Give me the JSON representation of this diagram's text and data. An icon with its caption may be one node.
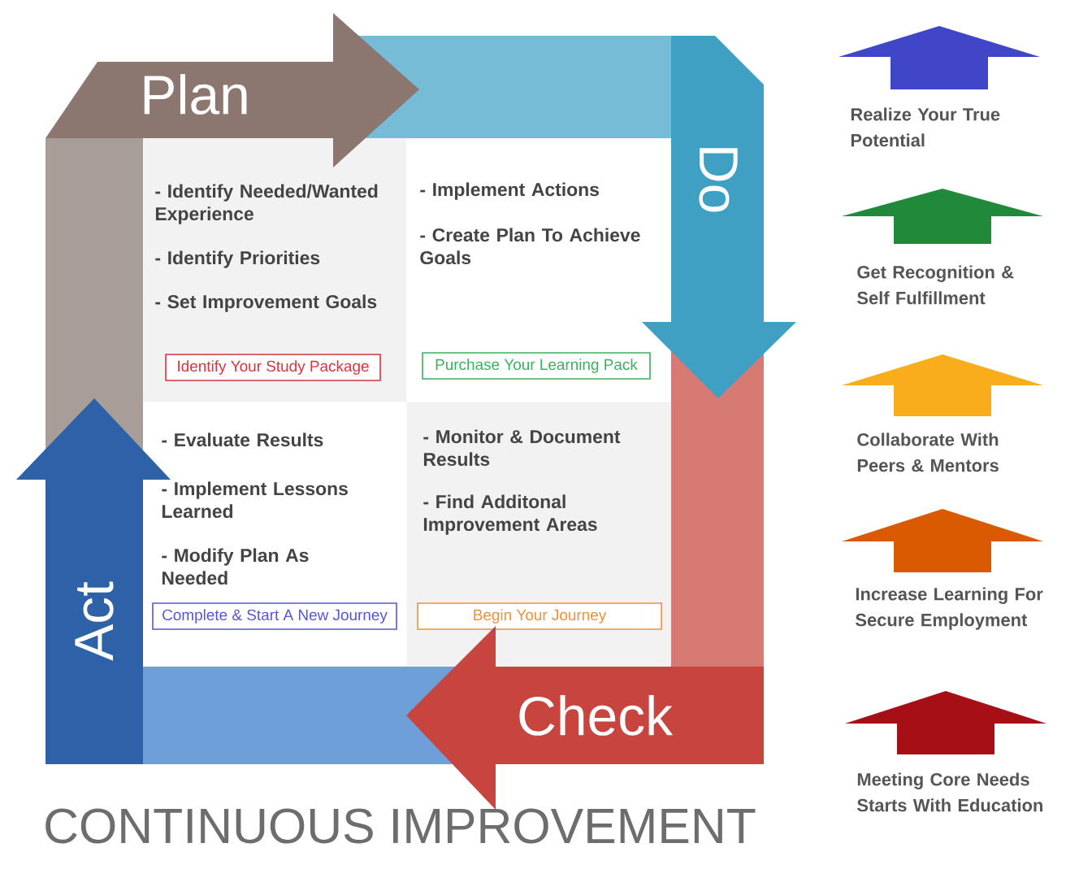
{
  "diagram": {
    "title": "CONTINUOUS IMPROVEMENT",
    "nodes": [
      {
        "text": [
          "Plan"
        ]
      },
      {
        "text": [
          "Do"
        ]
      },
      {
        "text": [
          "Check"
        ]
      },
      {
        "text": [
          "Act"
        ]
      },
      {
        "text": [
          "- Identify Needed/Wanted Experience",
          "- Identify Priorities",
          "- Set Improvement Goals"
        ]
      },
      {
        "text": [
          "Identify Your Study Package"
        ],
        "in": 4
      },
      {
        "text": [
          "- Implement Actions",
          "- Create Plan To Achieve Goals"
        ]
      },
      {
        "text": [
          "Purchase Your Learning Pack"
        ],
        "in": 6
      },
      {
        "text": [
          "- Evaluate Results",
          "- Implement Lessons Learned",
          "- Modify Plan As Needed"
        ]
      },
      {
        "text": [
          "Complete & Start A New Journey"
        ],
        "in": 8
      },
      {
        "text": [
          "- Monitor & Document Results",
          "- Find Additonal Improvement Areas"
        ]
      },
      {
        "text": [
          "Begin Your Journey"
        ],
        "in": 10
      },
      {
        "text": [
          "Realize Your True Potential"
        ]
      },
      {
        "text": [
          "Get Recognition & Self Fulfillment"
        ]
      },
      {
        "text": [
          "Collaborate With Peers & Mentors"
        ]
      },
      {
        "text": [
          "Increase Learning For Secure Employment"
        ]
      },
      {
        "text": [
          "Meeting Core Needs Starts With Education"
        ]
      }
    ]
  }
}
